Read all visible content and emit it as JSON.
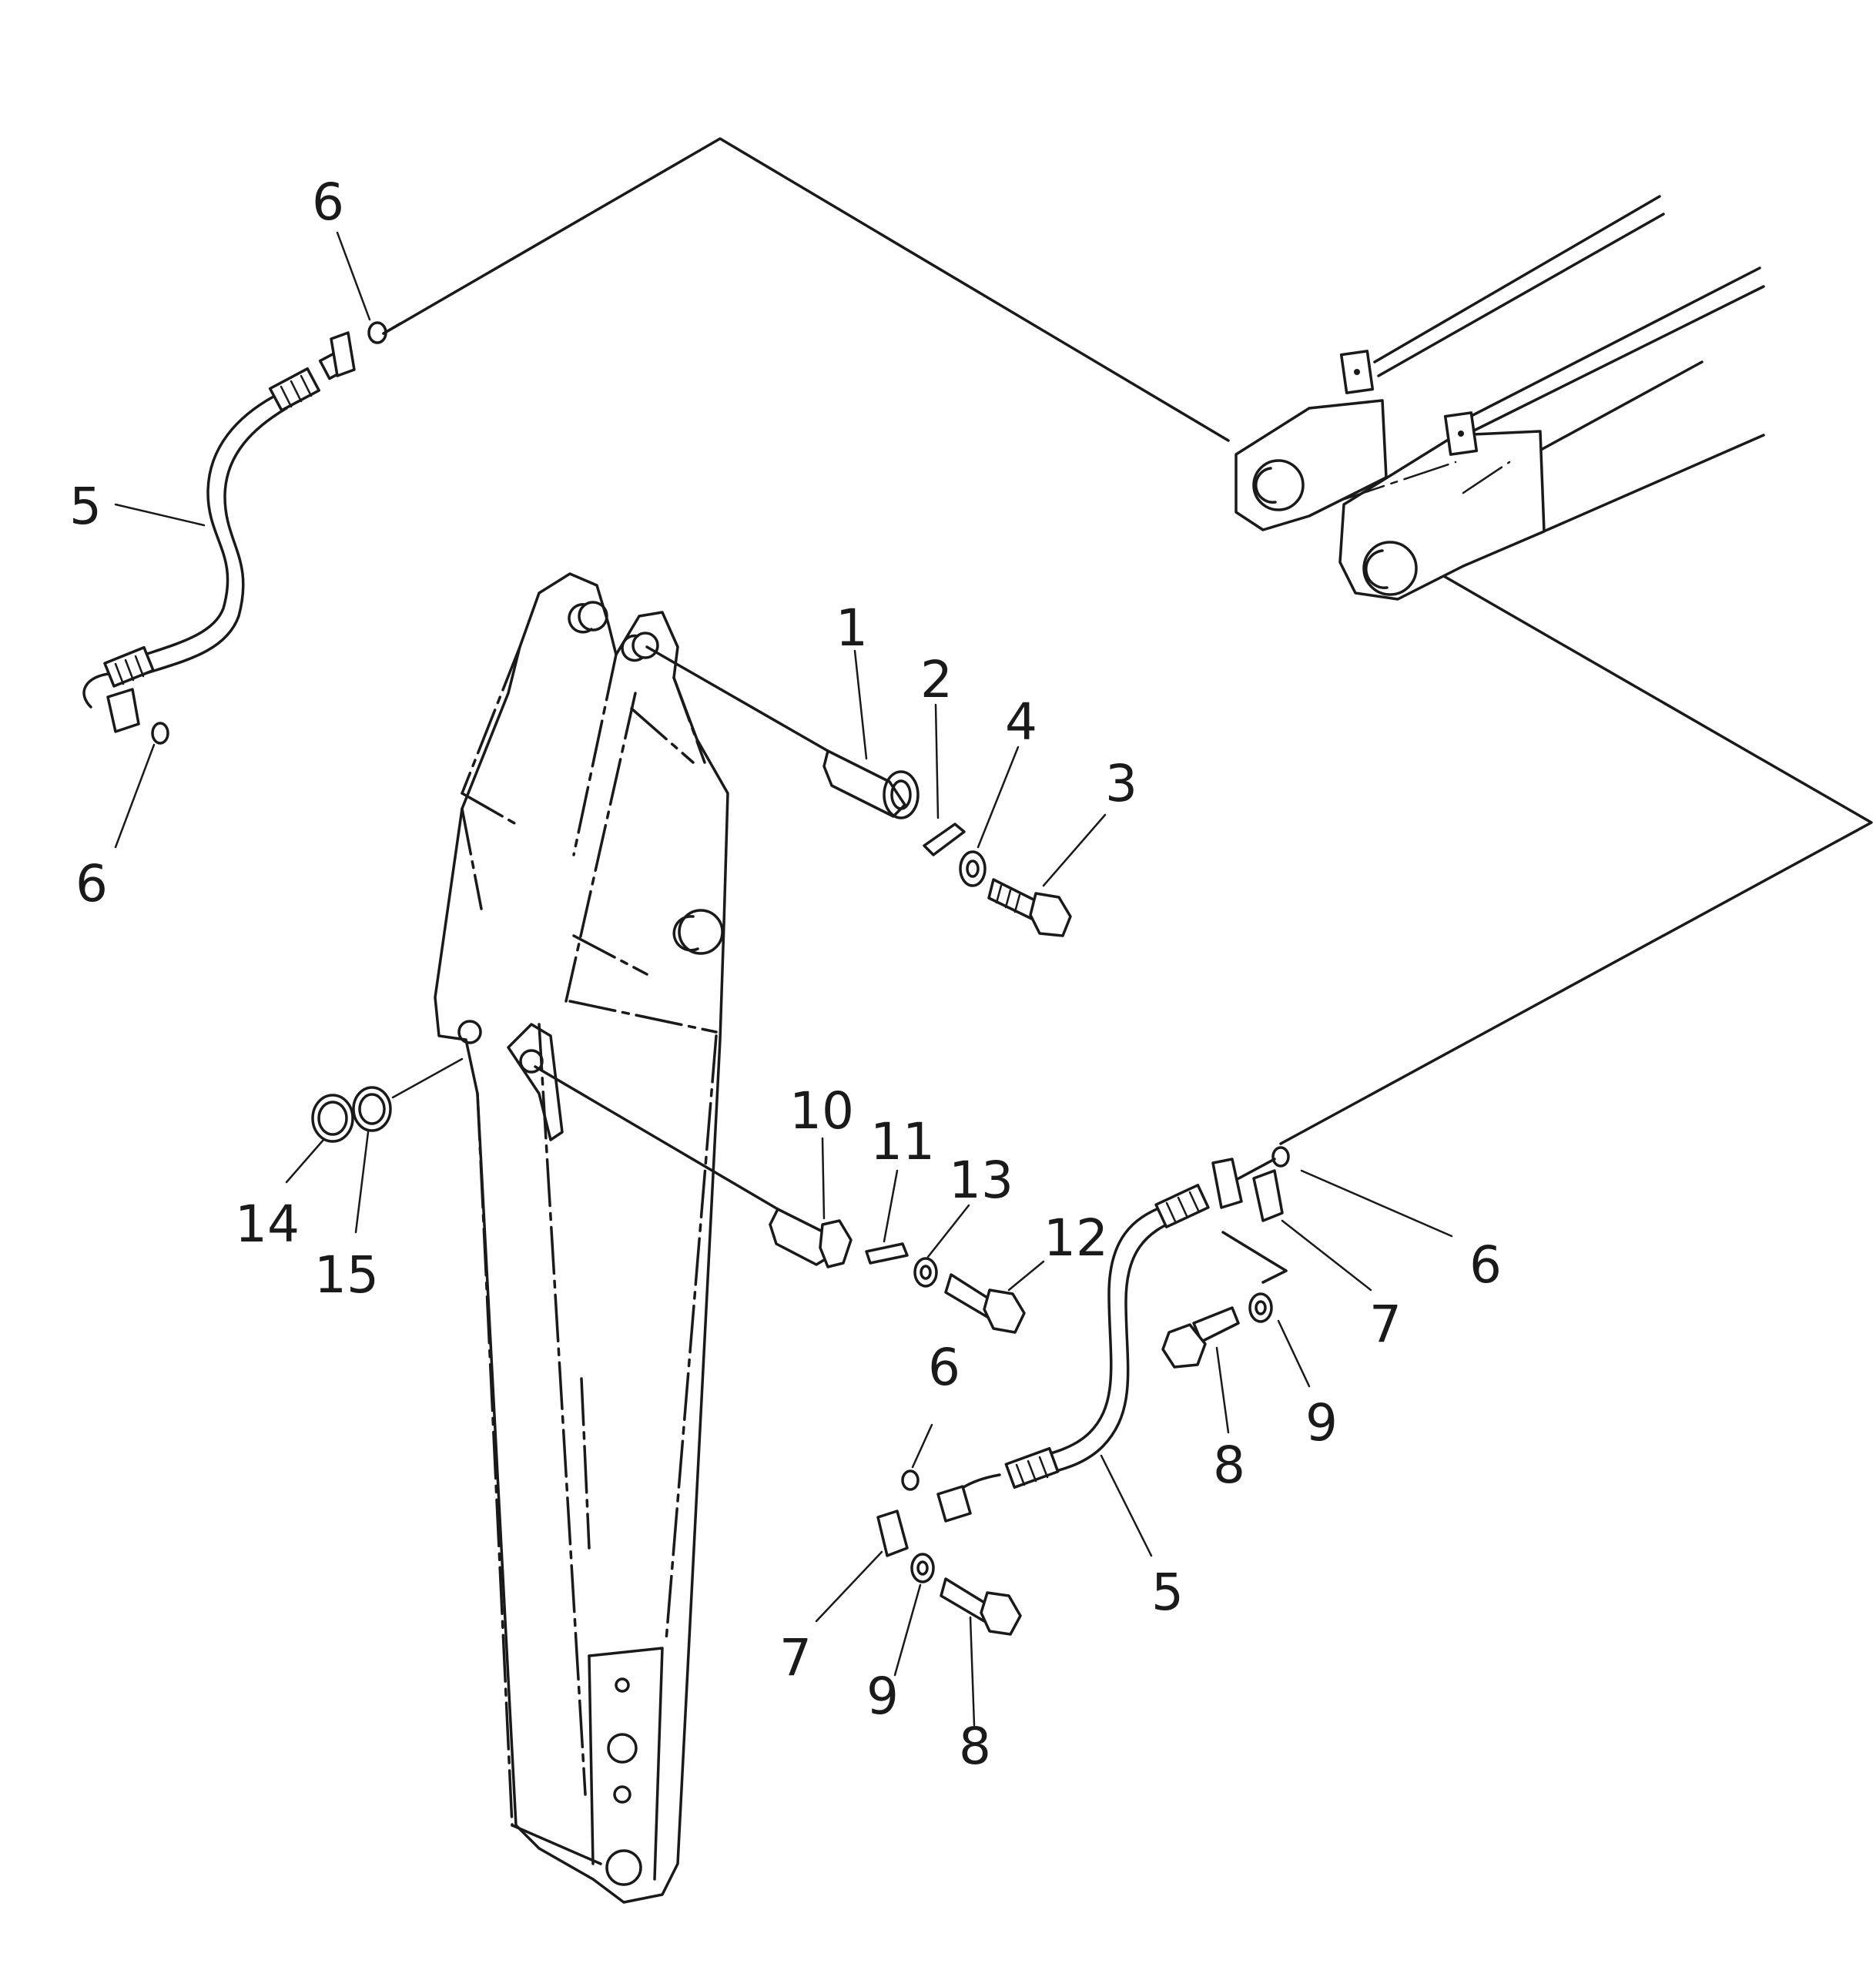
{
  "callouts": {
    "c1": "1",
    "c2": "2",
    "c3": "3",
    "c4": "4",
    "c5a": "5",
    "c5b": "5",
    "c6a": "6",
    "c6b": "6",
    "c6c": "6",
    "c6d": "6",
    "c7a": "7",
    "c7b": "7",
    "c8a": "8",
    "c8b": "8",
    "c9a": "9",
    "c9b": "9",
    "c10": "10",
    "c11": "11",
    "c12": "12",
    "c13": "13",
    "c14": "14",
    "c15": "15"
  }
}
